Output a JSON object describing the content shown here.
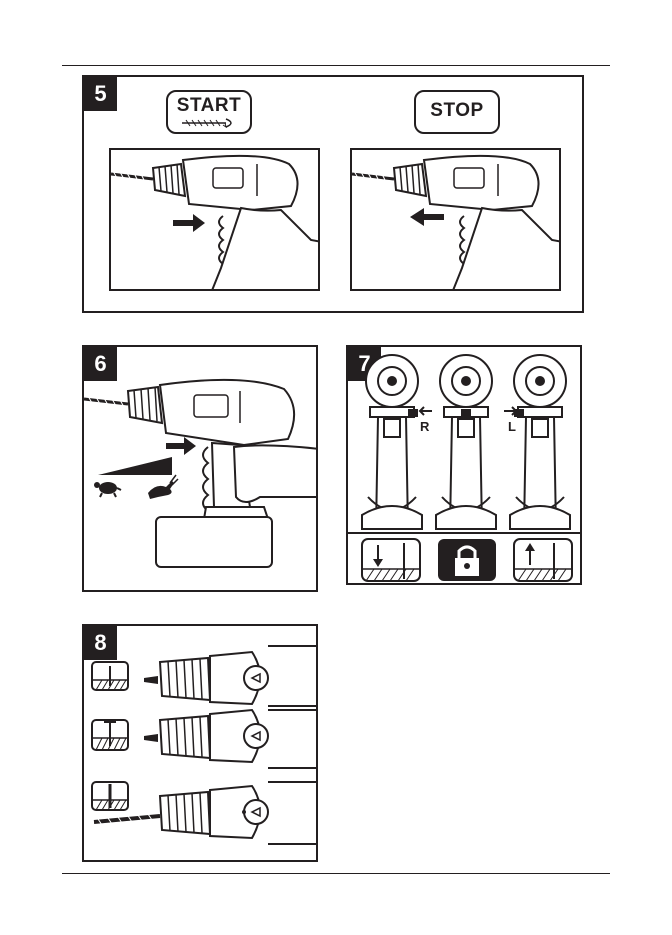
{
  "step5": {
    "number": "5",
    "start_label": "START",
    "stop_label": "STOP"
  },
  "step6": {
    "number": "6"
  },
  "step7": {
    "number": "7",
    "reverse_label": "R",
    "forward_label": "L"
  },
  "step8": {
    "number": "8"
  },
  "icons": {
    "drill-bit": "drill-bit-icon",
    "turtle": "turtle-icon",
    "hare": "hare-icon",
    "padlock": "padlock-icon",
    "arrow-right": "arrow-right-icon",
    "arrow-left": "arrow-left-icon"
  }
}
